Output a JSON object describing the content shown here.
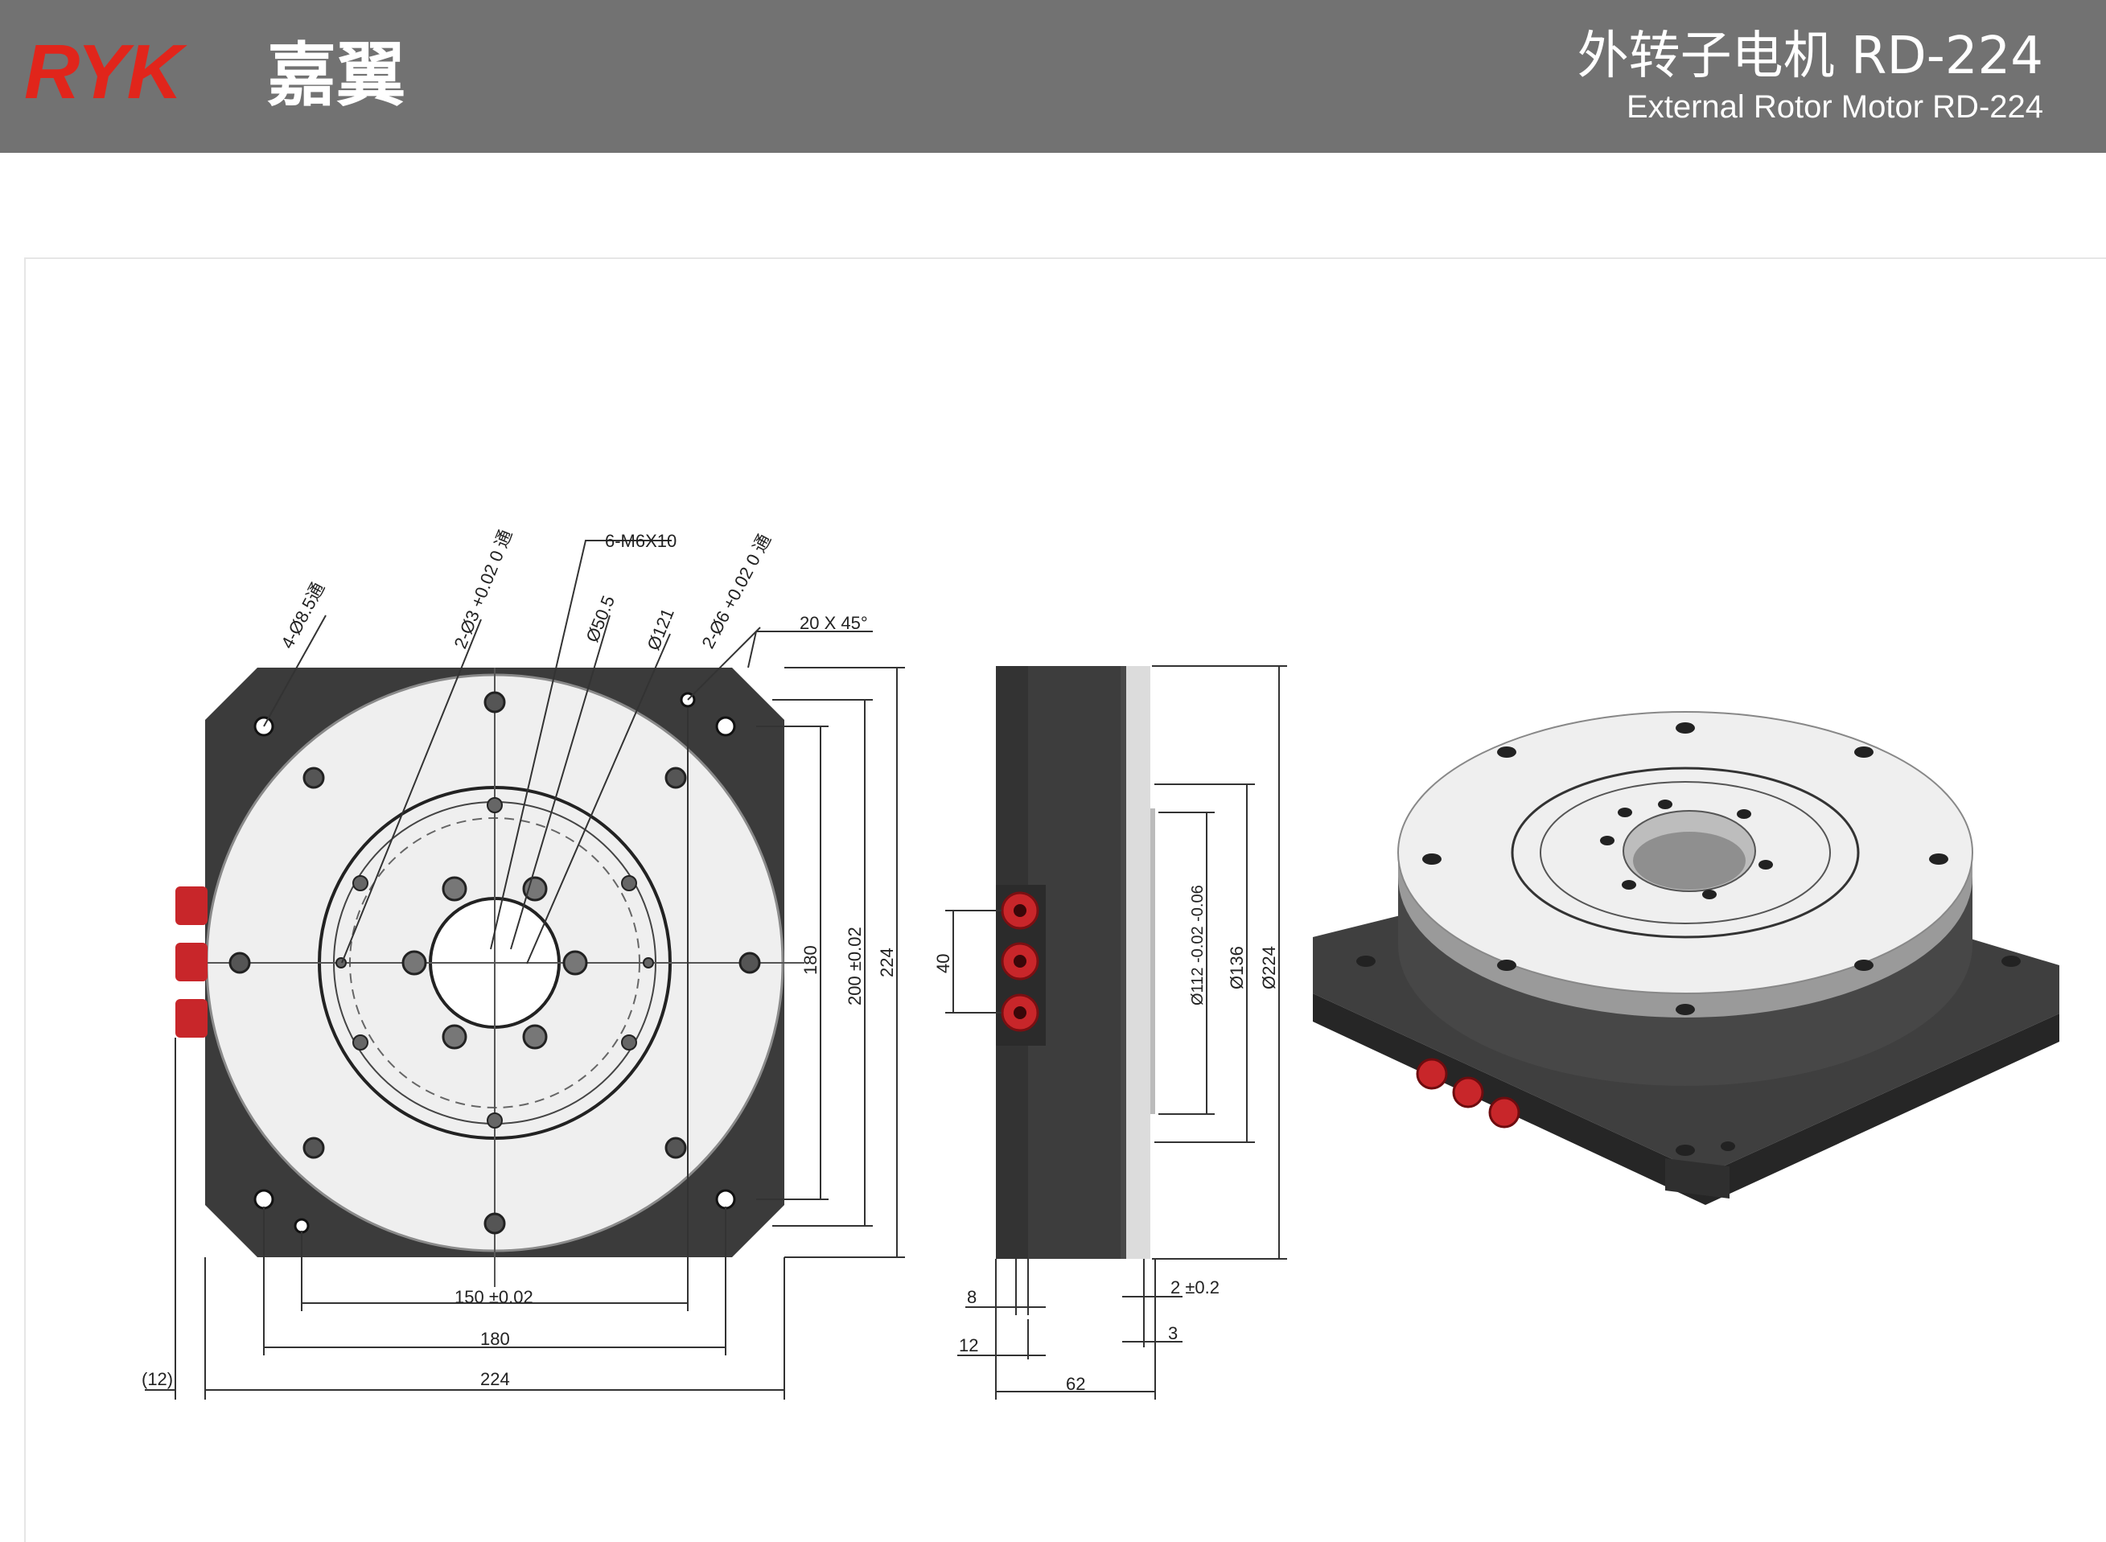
{
  "brand": {
    "latin": "RYK",
    "chinese": "嘉翼",
    "color_latin": "#e1251b"
  },
  "title": {
    "chinese": "外转子电机 RD-224",
    "english": "External Rotor Motor RD-224"
  },
  "colors": {
    "header_bg": "#727272",
    "body_dark": "#3a3a3a",
    "face_light": "#eeeeee",
    "connector_red": "#c8262a"
  },
  "drawing": {
    "front_view": {
      "callouts": [
        "4-Ø8.5通",
        "2-Ø3 +0.02 0 通",
        "6-M6X10",
        "Ø50.5",
        "Ø121",
        "2-Ø6 +0.02 0 通",
        "20 X 45°"
      ],
      "dims_vertical": [
        "180",
        "200 ±0.02",
        "224"
      ],
      "dims_horizontal": [
        "150 ±0.02",
        "180",
        "224",
        "(12)"
      ]
    },
    "side_view": {
      "dims_vertical": [
        "40",
        "Ø112 -0.02 -0.06",
        "Ø136",
        "Ø224"
      ],
      "dims_horizontal": [
        "8",
        "12",
        "62",
        "2 ±0.2",
        "3"
      ]
    }
  }
}
